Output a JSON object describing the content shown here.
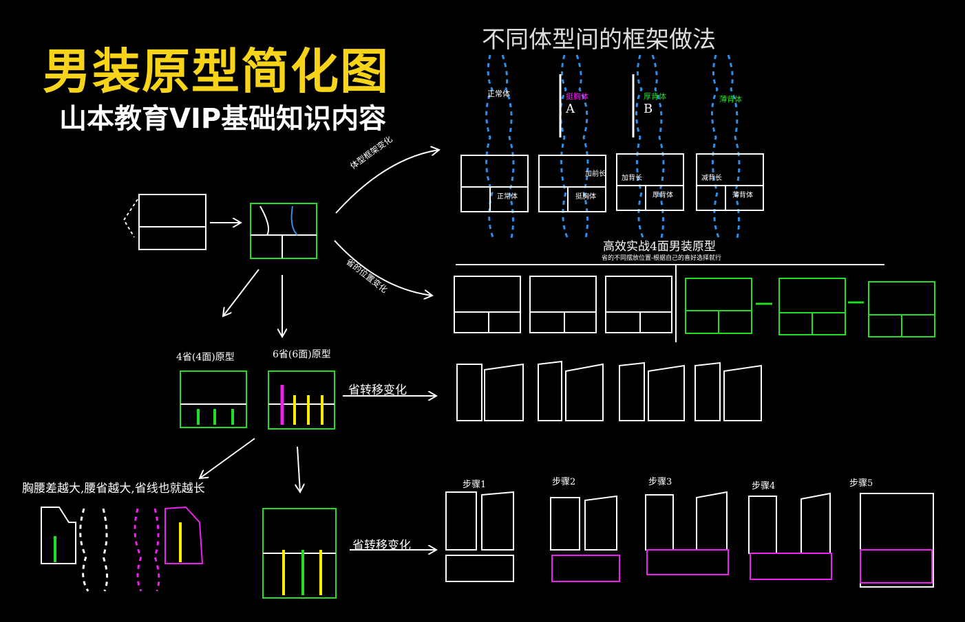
{
  "title": "男装原型简化图",
  "subtitle": "山本教育VIP基础知识内容",
  "section_title": "不同体型间的框架做法",
  "body_types": {
    "normal": "正常体",
    "chest_a": "挺胸体",
    "back_b": "厚背体",
    "thin_back": "薄背体",
    "mark_a": "A",
    "mark_b": "B"
  },
  "frames": {
    "f1": "正常体",
    "f2_top": "加前长",
    "f2_bot": "挺胸体",
    "f3_top": "加背长",
    "f3_bot": "厚背体",
    "f4_top": "减背长",
    "f4_bot": "薄背体"
  },
  "arrows": {
    "body_frame_change": "体型框架变化",
    "dart_position_change": "省的位置变化",
    "dart_transfer_1": "省转移变化",
    "dart_transfer_2": "省转移变化"
  },
  "prototype_4": {
    "title": "高效实战4面男装原型",
    "subtitle": "省的不同摆放位置-根据自己的喜好选择就行"
  },
  "labels": {
    "four_dart": "4省(4面)原型",
    "six_dart": "6省(6面)原型",
    "waist_note": "胸腰差越大,腰省越大,省线也就越长"
  },
  "steps": [
    "步骤1",
    "步骤2",
    "步骤3",
    "步骤4",
    "步骤5"
  ],
  "colors": {
    "title_yellow": "#f7d31a",
    "blue_dashed": "#2f8fe8",
    "green": "#22dd22",
    "magenta": "#ee22ee",
    "yellow": "#ffee00"
  }
}
